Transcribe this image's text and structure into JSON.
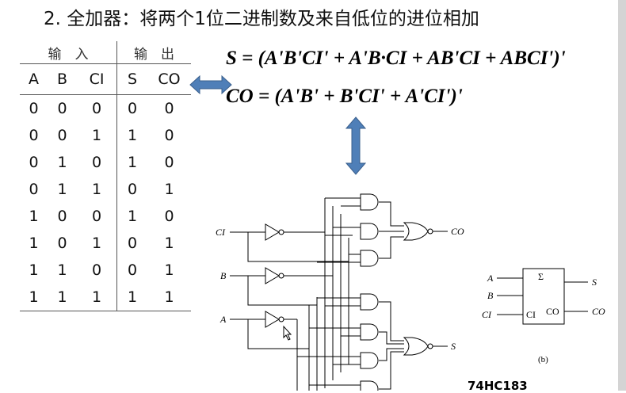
{
  "title": "2. 全加器：将两个1位二进制数及来自低位的进位相加",
  "table": {
    "group_headers": [
      "输　入",
      "输　出"
    ],
    "columns": [
      "A",
      "B",
      "CI",
      "S",
      "CO"
    ],
    "rows": [
      [
        "0",
        "0",
        "0",
        "0",
        "0"
      ],
      [
        "0",
        "0",
        "1",
        "1",
        "0"
      ],
      [
        "0",
        "1",
        "0",
        "1",
        "0"
      ],
      [
        "0",
        "1",
        "1",
        "0",
        "1"
      ],
      [
        "1",
        "0",
        "0",
        "1",
        "0"
      ],
      [
        "1",
        "0",
        "1",
        "0",
        "1"
      ],
      [
        "1",
        "1",
        "0",
        "0",
        "1"
      ],
      [
        "1",
        "1",
        "1",
        "1",
        "1"
      ]
    ]
  },
  "formulas": {
    "s": "S = (A'B'CI' + A'B·CI + AB'CI + ABCI')'",
    "co": "CO = (A'B' + B'CI' + A'CI')'"
  },
  "circuit": {
    "inputs": [
      "CI",
      "B",
      "A"
    ],
    "outputs": [
      "CO",
      "S"
    ]
  },
  "symbol": {
    "sigma": "Σ",
    "inputs": [
      "A",
      "B",
      "CI"
    ],
    "pin_ci": "CI",
    "pin_co": "CO",
    "outputs": [
      "S",
      "CO"
    ],
    "caption": "(b)"
  },
  "chip_label": "74HC183",
  "colors": {
    "arrow": "#4f7fb8"
  }
}
